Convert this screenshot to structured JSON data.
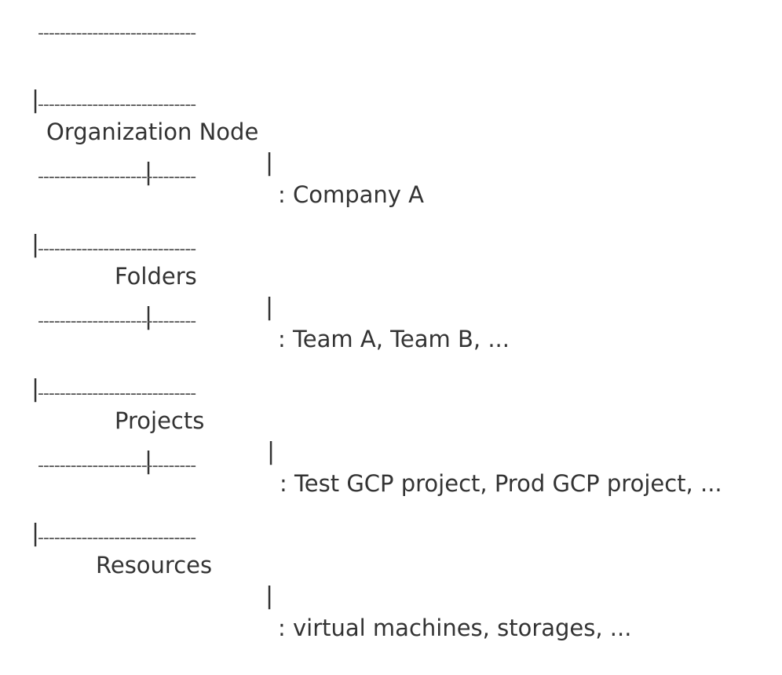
{
  "dash_line": "-----------------------------",
  "connector_char": "|",
  "pipe_char": "|",
  "levels": [
    {
      "label": "Organization Node",
      "description": ": Company A"
    },
    {
      "label": "Folders",
      "description": ": Team A, Team B, ..."
    },
    {
      "label": "Projects",
      "description": ": Test GCP project, Prod GCP project, ..."
    },
    {
      "label": "Resources",
      "description": ": virtual machines, storages, ..."
    }
  ]
}
